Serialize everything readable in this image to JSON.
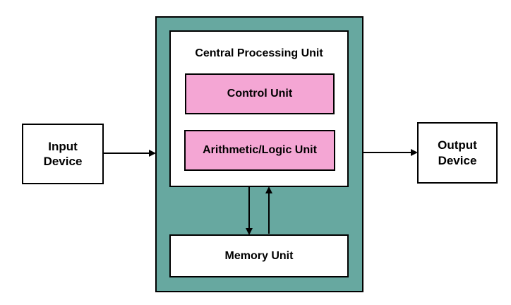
{
  "colors": {
    "system_fill": "#67a8a0",
    "unit_fill": "#f4a6d4",
    "box_fill": "#ffffff",
    "stroke": "#000000"
  },
  "input_device": {
    "label": "Input\nDevice"
  },
  "output_device": {
    "label": "Output\nDevice"
  },
  "cpu": {
    "title": "Central Processing Unit",
    "control_unit": "Control Unit",
    "alu": "Arithmetic/Logic Unit"
  },
  "memory_unit": {
    "label": "Memory Unit"
  }
}
